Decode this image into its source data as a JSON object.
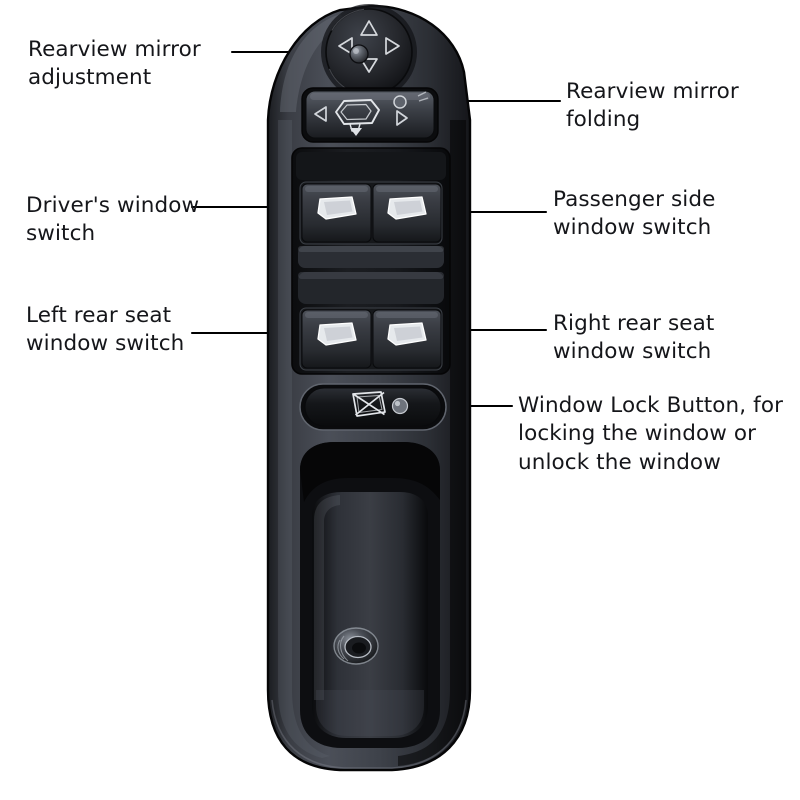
{
  "diagram": {
    "title": "Car Window Switch Control Panel",
    "background_color": "#ffffff",
    "text_color": "#15161a",
    "leader_line_color": "#000000",
    "part_colors": {
      "body_dark": "#24262b",
      "body_mid": "#33363c",
      "body_light": "#4a4e56",
      "recess_black": "#0e0f12",
      "icon_white": "#e8eaec",
      "highlight": "#7d828c"
    }
  },
  "callouts": [
    {
      "id": "mirror-adjust",
      "label": "Rearview mirror\nadjustment",
      "side": "left",
      "target": "mirror-adjust-joystick"
    },
    {
      "id": "mirror-fold",
      "label": "Rearview mirror\nfolding",
      "side": "right",
      "target": "mirror-fold-button"
    },
    {
      "id": "driver-window",
      "label": "Driver's window\nswitch",
      "side": "left",
      "target": "driver-window-switch"
    },
    {
      "id": "passenger-window",
      "label": "Passenger side\nwindow switch",
      "side": "right",
      "target": "passenger-window-switch"
    },
    {
      "id": "left-rear",
      "label": "Left rear seat\nwindow switch",
      "side": "left",
      "target": "left-rear-window-switch"
    },
    {
      "id": "right-rear",
      "label": "Right rear seat\nwindow switch",
      "side": "right",
      "target": "right-rear-window-switch"
    },
    {
      "id": "window-lock",
      "label": "Window Lock Button, for\nlocking the window or\nunlock the window",
      "side": "right",
      "target": "window-lock-button"
    }
  ],
  "panel": {
    "name": "driver-door-switch-panel",
    "controls": [
      {
        "id": "mirror-adjust-joystick",
        "type": "joystick",
        "icon": "four-arrow-directional-icon"
      },
      {
        "id": "mirror-fold-button",
        "type": "rocker",
        "icon": "mirror-fold-icon"
      },
      {
        "id": "mirror-select-left",
        "type": "indicator",
        "icon": "left-arrow-icon"
      },
      {
        "id": "mirror-select-right",
        "type": "indicator",
        "icon": "right-arrow-icon"
      },
      {
        "id": "driver-window-switch",
        "type": "rocker",
        "icon": "window-pane-icon"
      },
      {
        "id": "passenger-window-switch",
        "type": "rocker",
        "icon": "window-pane-icon"
      },
      {
        "id": "left-rear-window-switch",
        "type": "rocker",
        "icon": "window-pane-icon"
      },
      {
        "id": "right-rear-window-switch",
        "type": "rocker",
        "icon": "window-pane-icon"
      },
      {
        "id": "window-lock-button",
        "type": "push-button",
        "icon": "window-lock-crossed-icon"
      },
      {
        "id": "storage-tray",
        "type": "recess",
        "icon": "none"
      },
      {
        "id": "mounting-grommet",
        "type": "fastener",
        "icon": "circular-grommet-icon"
      }
    ]
  }
}
